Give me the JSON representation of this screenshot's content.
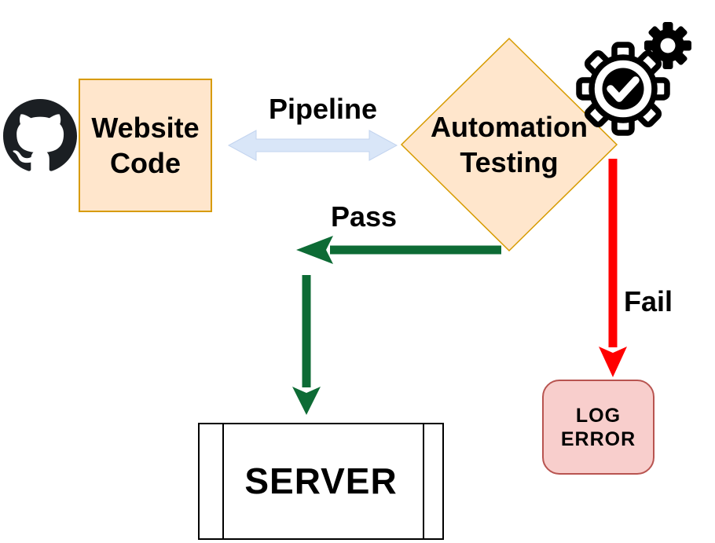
{
  "diagram": {
    "nodes": {
      "website_code": {
        "label": "Website\nCode"
      },
      "automation_testing": {
        "label": "Automation\nTesting"
      },
      "server": {
        "label": "SERVER"
      },
      "log_error": {
        "label": "LOG\nERROR"
      }
    },
    "edges": {
      "pipeline": {
        "label": "Pipeline",
        "type": "double-arrow",
        "from": "website_code",
        "to": "automation_testing"
      },
      "pass": {
        "label": "Pass",
        "type": "arrow",
        "from": "automation_testing",
        "to": "server"
      },
      "fail": {
        "label": "Fail",
        "type": "arrow",
        "from": "automation_testing",
        "to": "log_error"
      }
    },
    "icons": {
      "github": "github-octocat-logo",
      "automation": "gear-with-checkmark-and-small-gear"
    }
  },
  "colors": {
    "node_fill": "#FFE6CC",
    "node_border": "#D79B00",
    "error_fill": "#F8CECC",
    "error_border": "#B85450",
    "pass_green": "#0D6B35",
    "fail_red": "#FF0000",
    "pipeline_blue_fill": "#D9E6F8",
    "pipeline_blue_edge": "#C3D4EF",
    "github_black": "#1B1F23",
    "text_black": "#000000"
  }
}
